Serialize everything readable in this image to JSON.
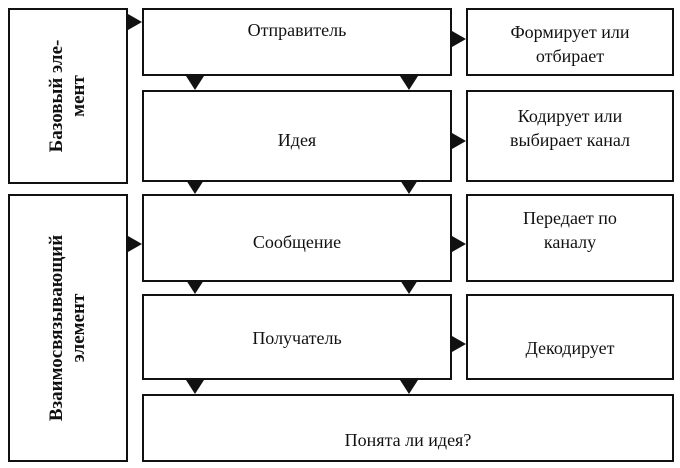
{
  "left_column": {
    "base_label_line1": "Базовый эле-",
    "base_label_line2": "мент",
    "interact_label_line1": "Взаимосвязывающий",
    "interact_label_line2": "элемент"
  },
  "center_column": {
    "sender": "Отправитель",
    "idea": "Идея",
    "message": "Сообщение",
    "receiver": "Получатель",
    "understood": "Понята ли идея?"
  },
  "right_column": {
    "forms_line1": "Формирует или",
    "forms_line2": "отбирает",
    "encodes_line1": "Кодирует или",
    "encodes_line2": "выбирает канал",
    "transmits_line1": "Передает по",
    "transmits_line2": "каналу",
    "decodes": "Декодирует"
  },
  "colors": {
    "stroke": "#111111",
    "background": "#ffffff"
  }
}
